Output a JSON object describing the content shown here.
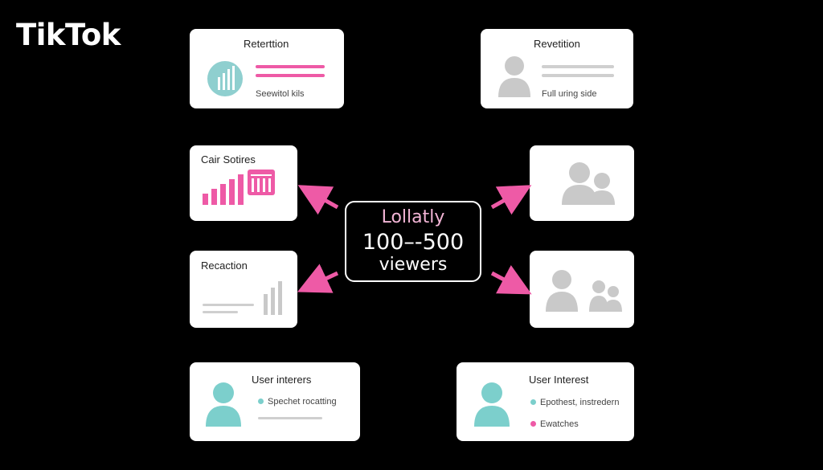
{
  "brand": {
    "logo": "TikTok"
  },
  "colors": {
    "accent": "#ee5aa6",
    "teal": "#7ccfcc",
    "grey": "#c9c9c9"
  },
  "center": {
    "line1": "Lollatly",
    "line2": "100–-500",
    "line3": "viewers"
  },
  "cards": {
    "top_left": {
      "title": "Reterttion",
      "caption": "Seewitol kils",
      "icon": "bar-chart-circle-icon"
    },
    "top_right": {
      "title": "Revetition",
      "caption": "Full uring side",
      "icon": "person-icon"
    },
    "mid_left_1": {
      "title": "Cair Sotires",
      "icon": "bar-chart-icon"
    },
    "mid_left_2": {
      "title": "Recaction",
      "icon": "bar-chart-icon"
    },
    "mid_right_1": {
      "icon": "group-icon"
    },
    "mid_right_2": {
      "icon": "group-icon"
    },
    "bottom_left": {
      "title": "User interers",
      "legend": [
        "Spechet rocatting"
      ],
      "icon": "person-icon"
    },
    "bottom_right": {
      "title": "User Interest",
      "legend": [
        "Epothest, instredern",
        "Ewatches"
      ],
      "icon": "person-icon"
    }
  }
}
